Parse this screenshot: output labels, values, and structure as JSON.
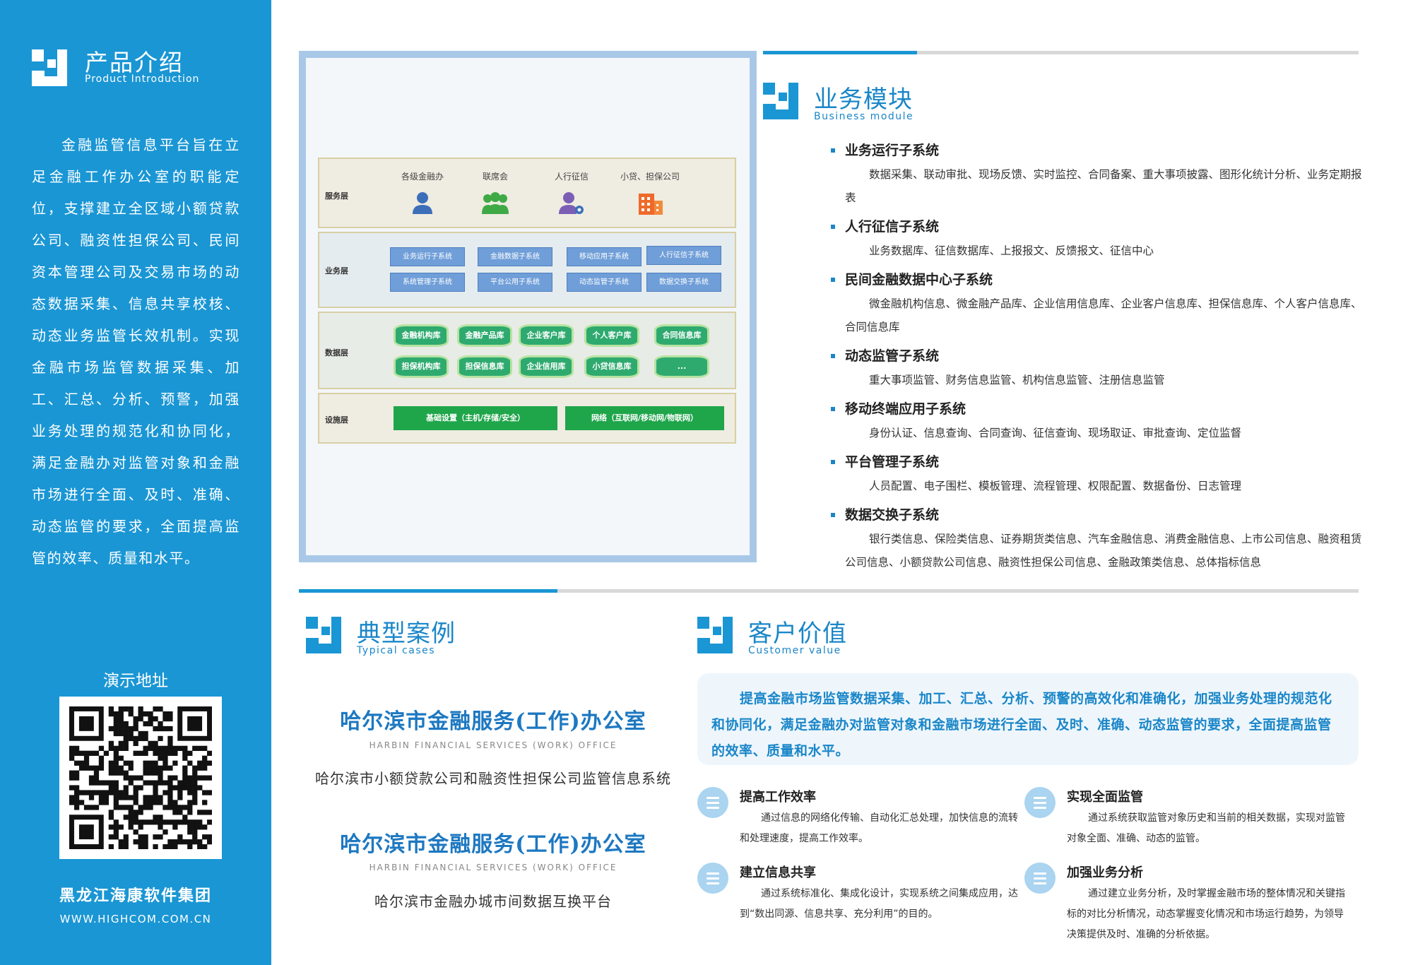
{
  "sidebar": {
    "title": "产品介绍",
    "subtitle": "Product Introduction",
    "intro": "金融监管信息平台旨在立足金融工作办公室的职能定位，支撑建立全区域小额贷款公司、融资性担保公司、民间资本管理公司及交易市场的动态数据采集、信息共享校核、动态业务监管长效机制。实现金融市场监管数据采集、加工、汇总、分析、预警，加强业务处理的规范化和协同化，满足金融办对监管对象和金融市场进行全面、及时、准确、动态监管的要求，全面提高监管的效率、质量和水平。",
    "demo_label": "演示地址",
    "company": "黑龙江海康软件集团",
    "website": "WWW.HIGHCOM.COM.CN"
  },
  "architecture": {
    "service_layer": {
      "label": "服务层",
      "items": [
        {
          "label": "各级金融办",
          "icon": "person-icon"
        },
        {
          "label": "联席会",
          "icon": "group-icon"
        },
        {
          "label": "人行征信",
          "icon": "user-gear-icon"
        },
        {
          "label": "小贷、担保公司",
          "icon": "building-icon"
        }
      ]
    },
    "business_layer": {
      "label": "业务层",
      "items": [
        "业务运行子系统",
        "金融数据子系统",
        "移动应用子系统",
        "人行征信子系统",
        "系统管理子系统",
        "平台公用子系统",
        "动态监管子系统",
        "数据交换子系统"
      ]
    },
    "data_layer": {
      "label": "数据层",
      "items": [
        "金融机构库",
        "金融产品库",
        "企业客户库",
        "个人客户库",
        "合同信息库",
        "担保机构库",
        "担保信息库",
        "企业信用库",
        "小贷信息库",
        "..."
      ]
    },
    "infra_layer": {
      "label": "设施层",
      "items": [
        "基础设置（主机/存储/安全）",
        "网络（互联网/移动网/物联网）"
      ]
    }
  },
  "business_module": {
    "title": "业务模块",
    "subtitle": "Business module",
    "modules": [
      {
        "name": "业务运行子系统",
        "desc": "数据采集、联动审批、现场反馈、实时监控、合同备案、重大事项披露、图形化统计分析、业务定期报表"
      },
      {
        "name": "人行征信子系统",
        "desc": "业务数据库、征信数据库、上报报文、反馈报文、征信中心"
      },
      {
        "name": "民间金融数据中心子系统",
        "desc": "微金融机构信息、微金融产品库、企业信用信息库、企业客户信息库、担保信息库、个人客户信息库、合同信息库"
      },
      {
        "name": "动态监管子系统",
        "desc": "重大事项监管、财务信息监管、机构信息监管、注册信息监管"
      },
      {
        "name": "移动终端应用子系统",
        "desc": "身份认证、信息查询、合同查询、征信查询、现场取证、审批查询、定位监督"
      },
      {
        "name": "平台管理子系统",
        "desc": "人员配置、电子围栏、模板管理、流程管理、权限配置、数据备份、日志管理"
      },
      {
        "name": "数据交换子系统",
        "desc": "银行类信息、保险类信息、证券期货类信息、汽车金融信息、消费金融信息、上市公司信息、融资租赁公司信息、小额贷款公司信息、融资性担保公司信息、金融政策类信息、总体指标信息"
      }
    ]
  },
  "typical_cases": {
    "title": "典型案例",
    "subtitle": "Typical cases",
    "cases": [
      {
        "org": "哈尔滨市金融服务(工作)办公室",
        "org_en": "HARBIN FINANCIAL SERVICES (WORK) OFFICE",
        "desc": "哈尔滨市小额贷款公司和融资性担保公司监管信息系统"
      },
      {
        "org": "哈尔滨市金融服务(工作)办公室",
        "org_en": "HARBIN FINANCIAL SERVICES (WORK) OFFICE",
        "desc": "哈尔滨市金融办城市间数据互换平台"
      }
    ]
  },
  "customer_value": {
    "title": "客户价值",
    "subtitle": "Customer value",
    "summary": "提高金融市场监管数据采集、加工、汇总、分析、预警的高效化和准确化，加强业务处理的规范化和协同化，满足金融办对监管对象和金融市场进行全面、及时、准确、动态监管的要求，全面提高监管的效率、质量和水平。",
    "values": [
      {
        "name": "提高工作效率",
        "desc": "通过信息的网络化传输、自动化汇总处理，加快信息的流转和处理速度，提高工作效率。"
      },
      {
        "name": "实现全面监管",
        "desc": "通过系统获取监管对象历史和当前的相关数据，实现对监管对象全面、准确、动态的监管。"
      },
      {
        "name": "建立信息共享",
        "desc": "通过系统标准化、集成化设计，实现系统之间集成应用，达到“数出同源、信息共享、充分利用”的目的。"
      },
      {
        "name": "加强业务分析",
        "desc": "通过建立业务分析，及时掌握金融市场的整体情况和关键指标的对比分析情况，动态掌握变化情况和市场运行趋势，为领导决策提供及时、准确的分析依据。"
      }
    ]
  },
  "colors": {
    "brand_blue": "#1a96d4",
    "title_blue": "#1a86c8",
    "db_green": "#2eaa6f",
    "infra_green": "#1fa54a",
    "biz_blue": "#6f9ed8"
  }
}
